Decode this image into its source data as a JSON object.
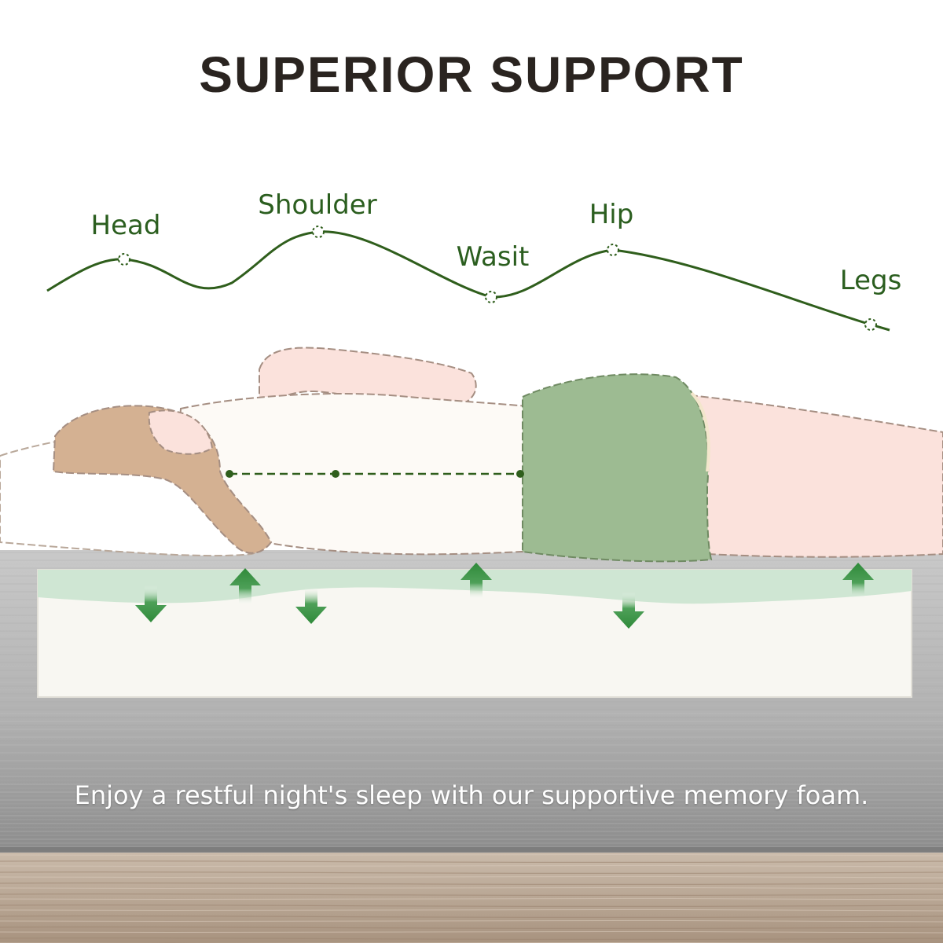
{
  "title": "SUPERIOR SUPPORT",
  "tagline": "Enjoy a restful night's sleep with our supportive memory foam.",
  "labels": {
    "head": "Head",
    "shoulder": "Shoulder",
    "waist": "Wasit",
    "hip": "Hip",
    "legs": "Legs"
  },
  "icons": [
    "spine-curve-icon",
    "support-arrow-up-icon",
    "compress-arrow-down-icon"
  ],
  "colors": {
    "curve": "#2f5e1c",
    "label": "#2b5e1f",
    "arrow": "#2f8a3a",
    "title": "#2a2420",
    "comfort_layer": "#cfe6d3",
    "foam_layer": "#f8f7f2",
    "mattress_cover": "#9c9c9c",
    "floor": "#b7a391"
  }
}
